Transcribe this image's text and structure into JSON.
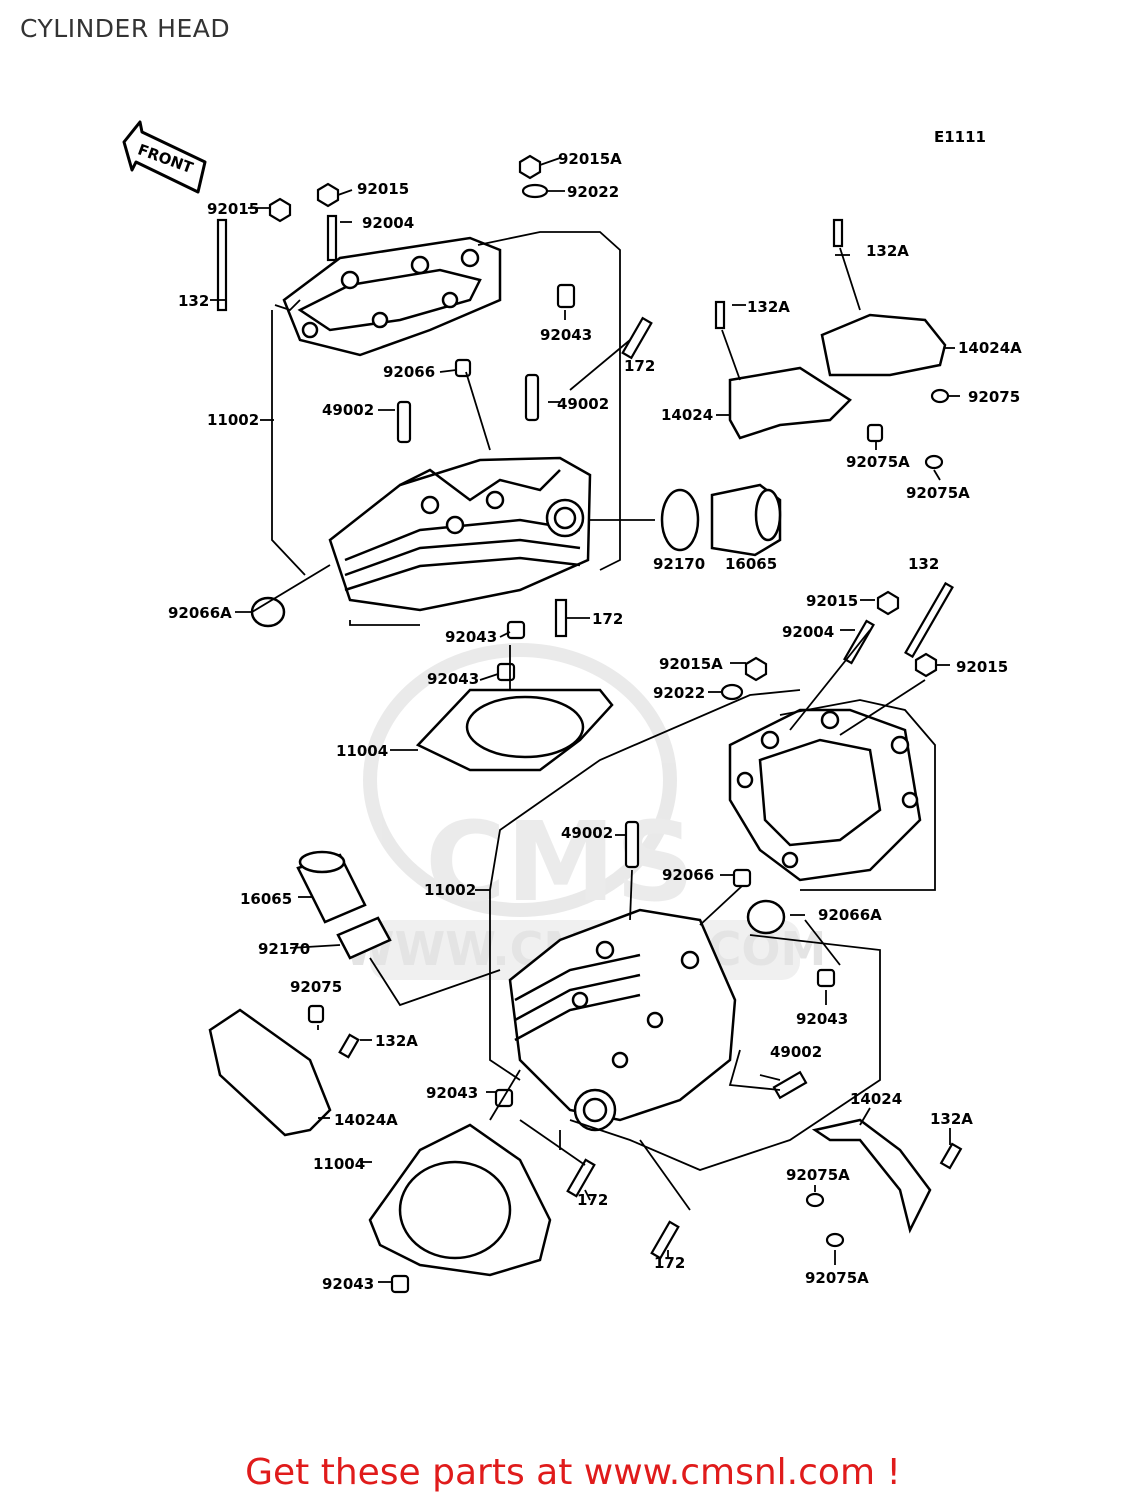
{
  "title": "CYLINDER HEAD",
  "diagram_code": "E1111",
  "front_label": "FRONT",
  "watermark": "CMS www.cmsnl.com",
  "footer": "Get these parts at www.cmsnl.com !",
  "colors": {
    "footer": "#e01b1b",
    "title": "#333333",
    "lines": "#000000",
    "watermark": "#d8d8d8"
  },
  "callouts": {
    "c92015A_a": "92015A",
    "c92022_a": "92022",
    "c92015_a": "92015",
    "c92015_b": "92015",
    "c92004_a": "92004",
    "c132_a": "132",
    "c92043_a": "92043",
    "c172_a": "172",
    "c92066_a": "92066",
    "c49002_a": "49002",
    "c49002_b": "49002",
    "c11002_a": "11002",
    "c92170_a": "92170",
    "c16065_a": "16065",
    "c92066A_a": "92066A",
    "c172_b": "172",
    "c92043_b": "92043",
    "c92043_c": "92043",
    "c11004_a": "11004",
    "c132A_a": "132A",
    "c132A_b": "132A",
    "c14024A_a": "14024A",
    "c92075_a": "92075",
    "c14024_a": "14024",
    "c92075A_a": "92075A",
    "c92075A_b": "92075A",
    "c132_b": "132",
    "c92015_c": "92015",
    "c92004_b": "92004",
    "c92015A_b": "92015A",
    "c92015_d": "92015",
    "c92022_b": "92022",
    "c49002_c": "49002",
    "c92066_b": "92066",
    "c11002_b": "11002",
    "c16065_b": "16065",
    "c92066A_b": "92066A",
    "c92170_b": "92170",
    "c92075_b": "92075",
    "c132A_c": "132A",
    "c92043_d": "92043",
    "c49002_d": "49002",
    "c14024A_b": "14024A",
    "c92043_e": "92043",
    "c14024_b": "14024",
    "c132A_d": "132A",
    "c11004_b": "11004",
    "c172_c": "172",
    "c92075A_c": "92075A",
    "c172_d": "172",
    "c92043_f": "92043",
    "c92075A_d": "92075A"
  }
}
